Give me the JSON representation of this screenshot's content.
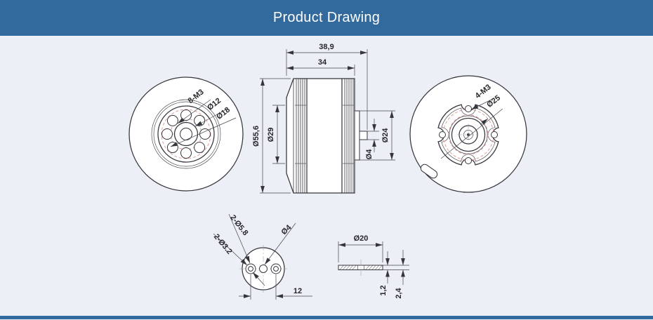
{
  "header": {
    "title": "Product Drawing"
  },
  "colors": {
    "accent_blue": "#336a9e",
    "canvas_background": "#ecf0f6",
    "line_dark": "#35353d",
    "pitch_circle_red": "#dd9494"
  },
  "front_view": {
    "hole_callout": "8-M3",
    "hub_diameter": "Ø12",
    "pitch_diameter": "Ø18"
  },
  "side_view": {
    "overall_length": "38,9",
    "body_length": "34",
    "outer_diameter": "Ø55,6",
    "stator_diameter": "Ø29",
    "mount_diameter": "Ø24",
    "shaft_diameter": "Ø4"
  },
  "rear_view": {
    "hole_callout": "4-M3",
    "pitch_diameter": "Ø25"
  },
  "adapter_view": {
    "outer_hole_callout": "2-Ø5.8",
    "inner_hole_callout": "2-Ø3.2",
    "center_hole": "Ø4",
    "hole_spacing": "12"
  },
  "washer_view": {
    "diameter": "Ø20",
    "thickness_flat": "1,2",
    "thickness_total": "2,4"
  }
}
